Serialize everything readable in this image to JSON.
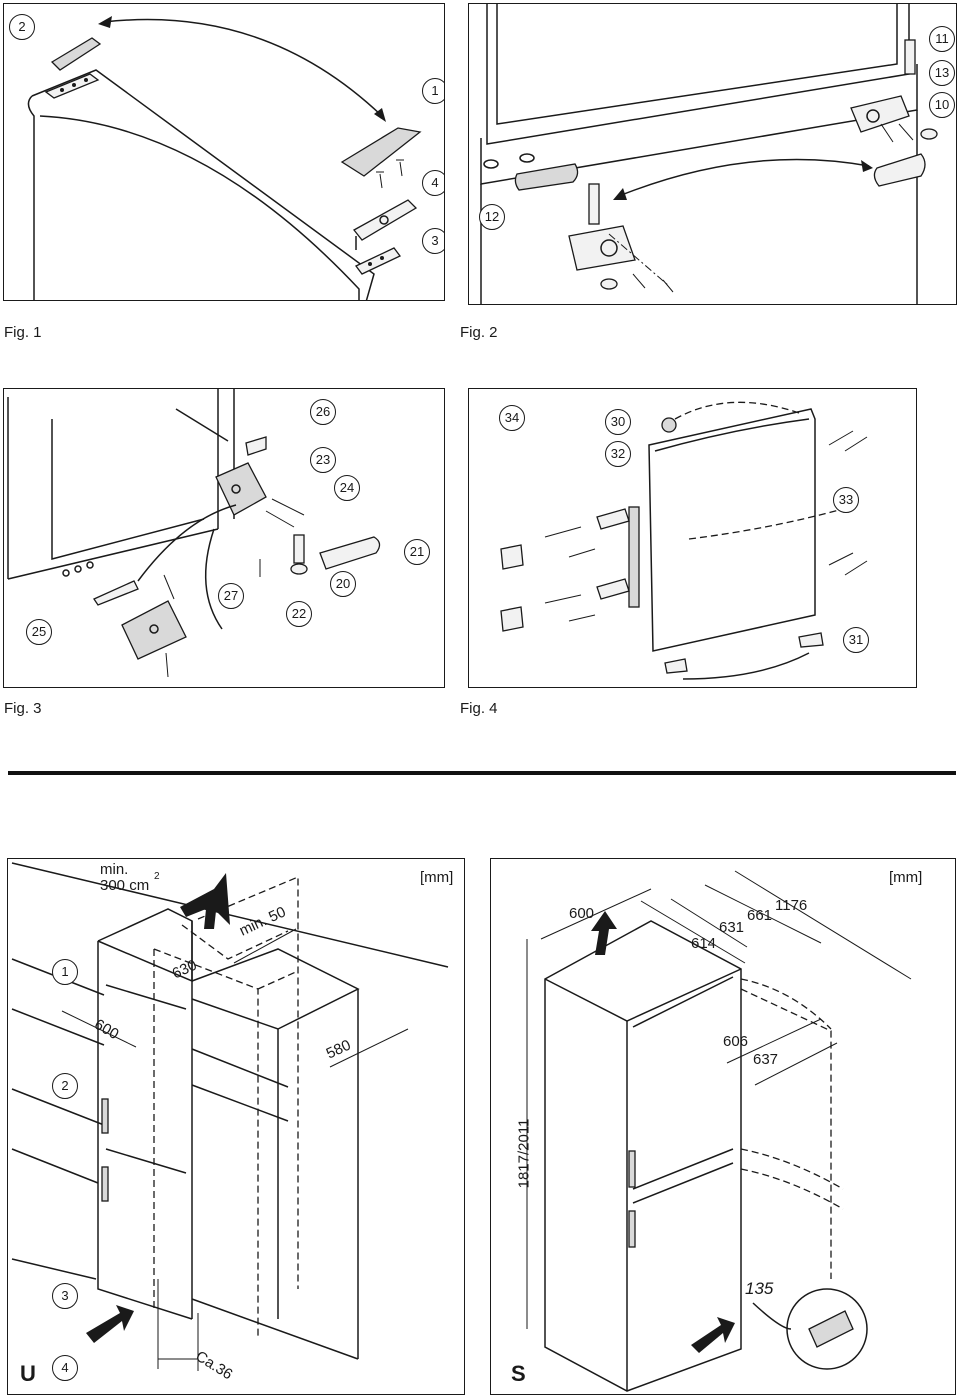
{
  "figures": {
    "fig1": {
      "caption": "Fig. 1",
      "callouts": [
        "2",
        "1",
        "4",
        "3"
      ]
    },
    "fig2": {
      "caption": "Fig. 2",
      "callouts": [
        "11",
        "13",
        "10",
        "12"
      ]
    },
    "fig3": {
      "caption": "Fig. 3",
      "callouts": [
        "26",
        "23",
        "24",
        "21",
        "20",
        "22",
        "27",
        "25"
      ]
    },
    "fig4": {
      "caption": "Fig. 4",
      "callouts": [
        "34",
        "30",
        "32",
        "33",
        "31"
      ]
    }
  },
  "install_u": {
    "unit": "[mm]",
    "vent_label_line1": "min.",
    "vent_label_line2": "300 cm",
    "vent_label_sup": "2",
    "dim_min50": "min. 50",
    "dim_630": "630",
    "dim_600": "600",
    "dim_580": "580",
    "dim_ca36": "Ca.36",
    "callouts": [
      "1",
      "2",
      "3",
      "4"
    ],
    "letter": "U"
  },
  "install_s": {
    "unit": "[mm]",
    "dim_600": "600",
    "dim_1176": "1176",
    "dim_661": "661",
    "dim_631": "631",
    "dim_614": "614",
    "dim_606": "606",
    "dim_637": "637",
    "dim_height": "1817/2011",
    "dim_angle": "135",
    "letter": "S"
  }
}
